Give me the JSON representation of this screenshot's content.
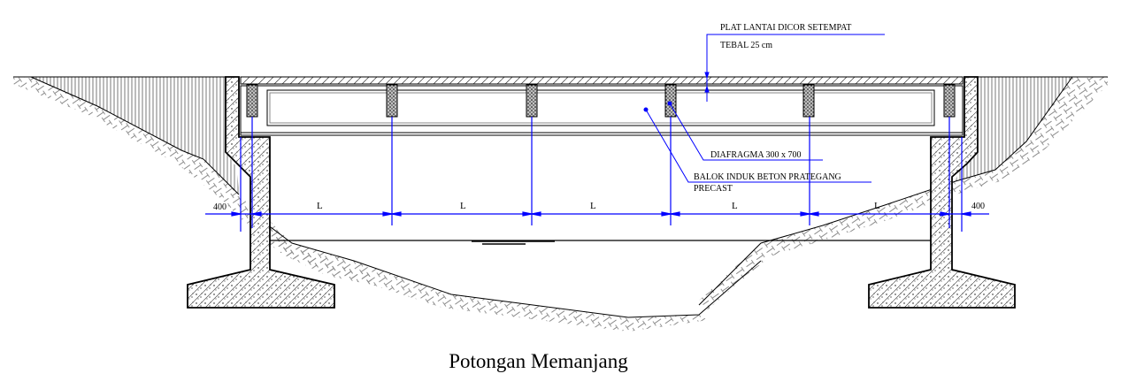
{
  "drawing": {
    "title": "Potongan Memanjang",
    "colors": {
      "outline": "#000000",
      "dimension": "#0000ff",
      "soil_hatch": "#8a8a8a",
      "fill_hatch": "#555555"
    },
    "annotations": {
      "slab": {
        "line1": "PLAT LANTAI DICOR SETEMPAT",
        "line2": "TEBAL 25 cm"
      },
      "diaphragm": "DIAFRAGMA  300 x 700",
      "girder": {
        "line1": "BALOK INDUK BETON PRATEGANG",
        "line2": "PRECAST"
      }
    },
    "dimensions": {
      "left_offset": "400",
      "right_offset": "400",
      "spans": [
        "L",
        "L",
        "L",
        "L",
        "L"
      ]
    },
    "diaphragm_x": [
      285,
      442,
      601,
      757,
      914,
      1073
    ]
  }
}
